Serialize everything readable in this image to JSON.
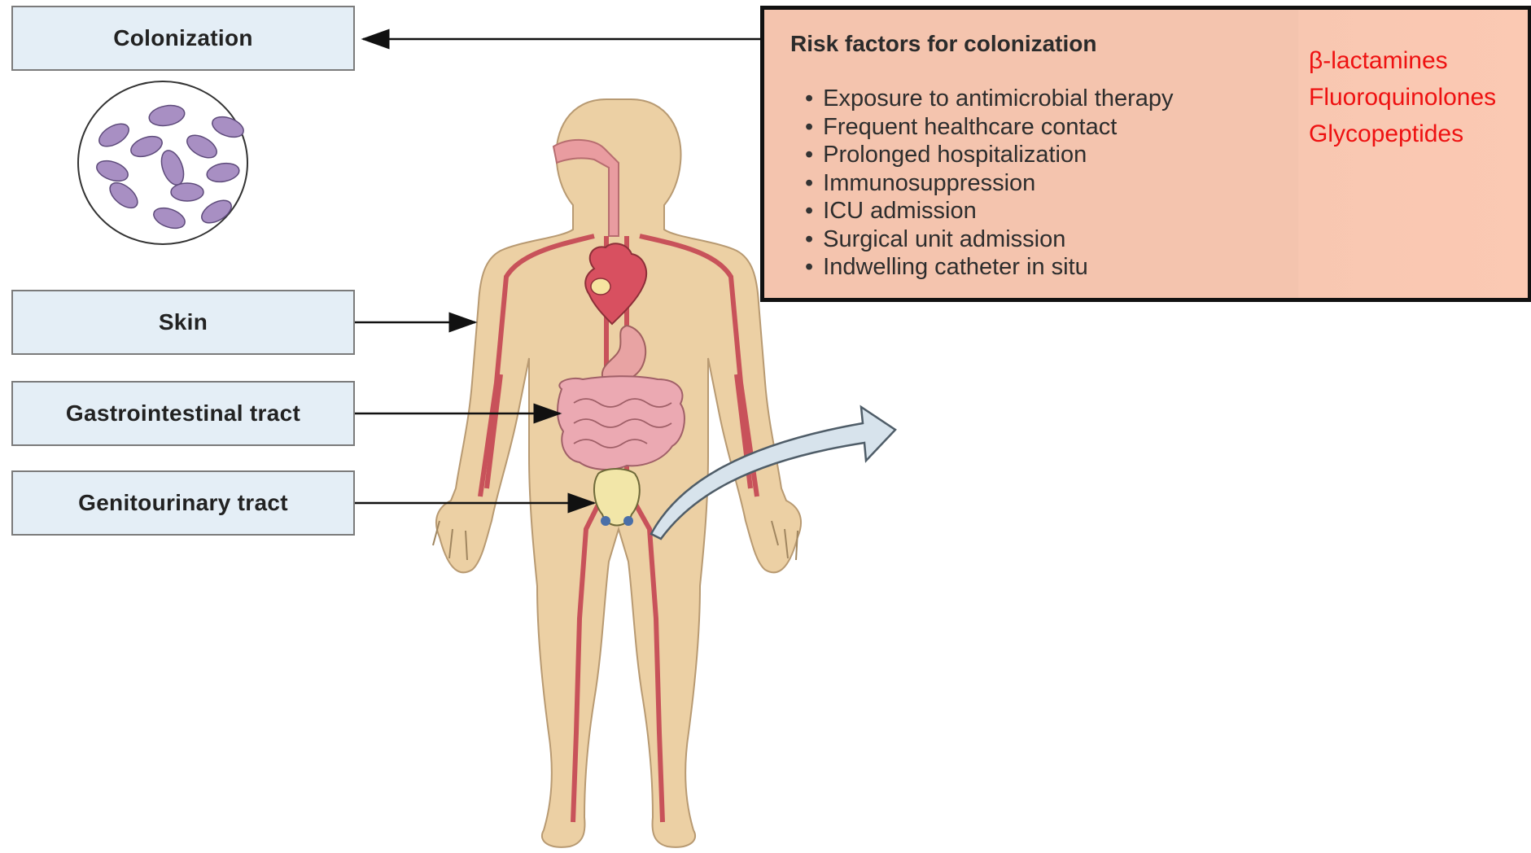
{
  "labels": {
    "colonization": "Colonization",
    "skin": "Skin",
    "gi_tract": "Gastrointestinal tract",
    "gu_tract": "Genitourinary tract"
  },
  "risk_box": {
    "title": "Risk factors for colonization",
    "items": [
      "Exposure to antimicrobial therapy",
      "Frequent healthcare contact",
      "Prolonged hospitalization",
      "Immunosuppression",
      "ICU admission",
      "Surgical unit admission",
      "Indwelling catheter in situ"
    ]
  },
  "antimicrobials": [
    "β-lactamines",
    "Fluoroquinolones",
    "Glycopeptides"
  ],
  "colors": {
    "label_fill": "#e4eef6",
    "risk_fill": "#f4c4ae",
    "drug_text": "#ee1111",
    "body_fill": "#ecd0a4",
    "vessel": "#c8525a",
    "bacteria": "#a88fc3"
  }
}
